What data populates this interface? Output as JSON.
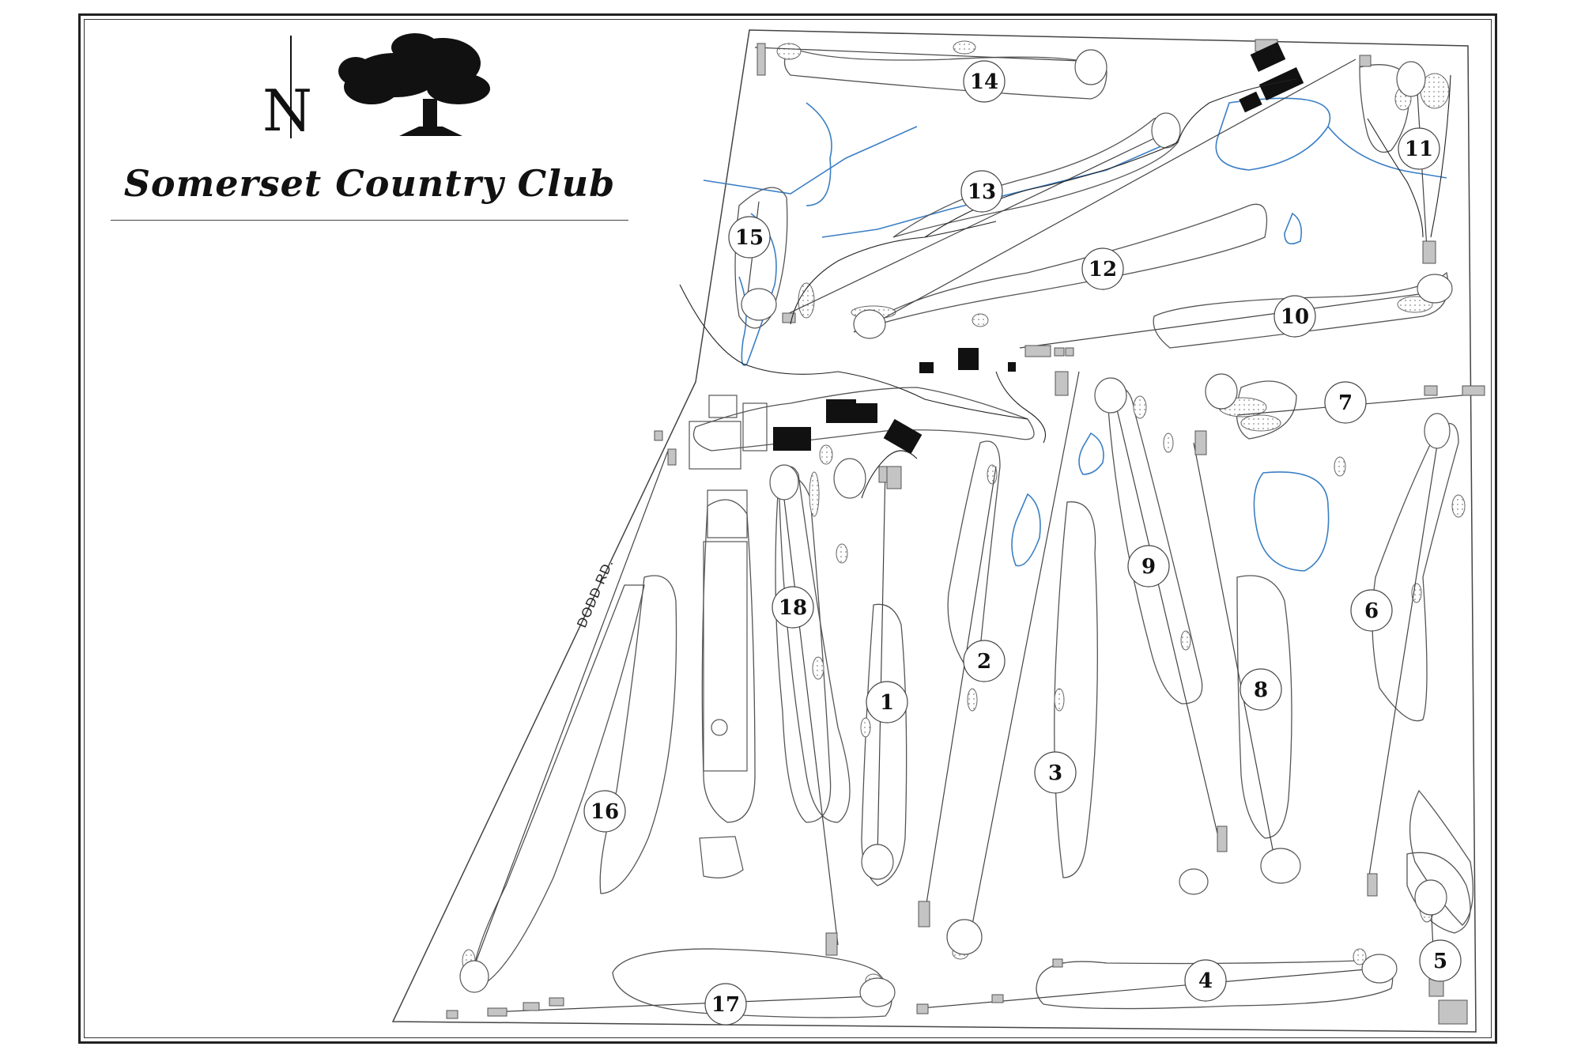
{
  "title": "Somerset Country Club",
  "north_label": "N",
  "road_label": "DODD RD.",
  "colors": {
    "water": "#3b7fc4",
    "outline": "#555555",
    "building": "#111111",
    "bunker": "#b9b9b9"
  },
  "holes": [
    "1",
    "2",
    "3",
    "4",
    "5",
    "6",
    "7",
    "8",
    "9",
    "10",
    "11",
    "12",
    "13",
    "14",
    "15",
    "16",
    "17",
    "18"
  ],
  "icons": [
    "north-arrow-icon",
    "oak-tree-icon"
  ]
}
